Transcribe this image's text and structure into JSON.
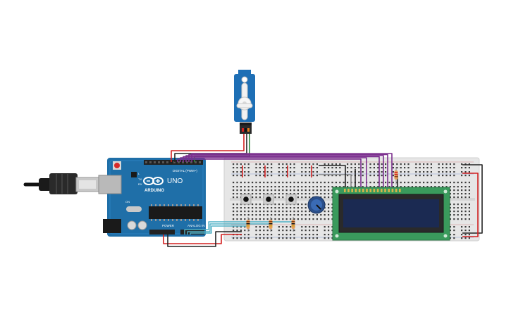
{
  "arduino": {
    "brand": "ARDUINO",
    "model": "UNO",
    "digital_header": "DIGITAL (PWM~)",
    "power_header": "POWER",
    "analog_header": "ANALOG IN",
    "on_label": "ON",
    "l_label": "L",
    "tx_label": "TX",
    "rx_label": "RX"
  },
  "components": {
    "servo": "servo-motor",
    "usb": "usb-cable",
    "breadboard": "breadboard",
    "lcd": "lcd-16x2",
    "potentiometer": "potentiometer",
    "buttons": 3,
    "resistors": 4
  },
  "colors": {
    "board": "#1f6fa8",
    "wire_purple": "#7b2f8e",
    "wire_red": "#d32020",
    "wire_black": "#222222",
    "wire_green": "#2d8a3e",
    "wire_teal": "#4fb0c6",
    "lcd_pcb": "#3a9a5c",
    "lcd_screen": "#1b2a52",
    "servo_body": "#1e6fb5"
  }
}
